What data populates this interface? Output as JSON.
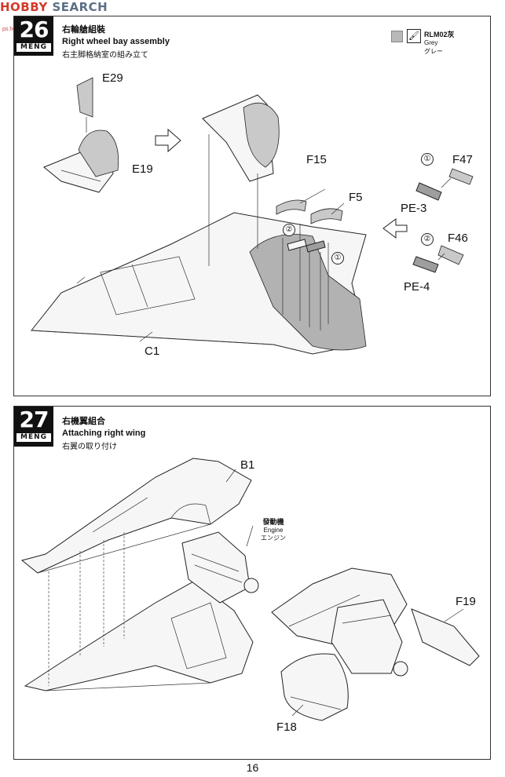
{
  "watermark": {
    "prefix": "HOBBY",
    "suffix": " SEARCH",
    "sub": "ps.hobbysearch.com"
  },
  "step26": {
    "number": "26",
    "brand": "MENG",
    "title_cn": "右輪艙組裝",
    "title_en": "Right wheel bay assembly",
    "title_jp": "右主脚格納室の組み立て",
    "legend": {
      "color_hex": "#b9b9b9",
      "brush_icon": "brush-icon",
      "name_cn": "RLM02灰",
      "name_en": "Grey",
      "name_jp": "グレー"
    },
    "parts": {
      "e29": "E29",
      "e19": "E19",
      "f15": "F15",
      "f5": "F5",
      "f47": "F47",
      "f46": "F46",
      "pe3": "PE-3",
      "pe4": "PE-4",
      "c1": "C1"
    },
    "order": {
      "one_a": "①",
      "two_a": "②",
      "one_b": "①",
      "two_b": "②"
    }
  },
  "step27": {
    "number": "27",
    "brand": "MENG",
    "title_cn": "右機翼組合",
    "title_en": "Attaching right wing",
    "title_jp": "右翼の取り付け",
    "parts": {
      "b1": "B1",
      "f19": "F19",
      "f18": "F18"
    },
    "engine": {
      "cn": "發動機",
      "en": "Engine",
      "jp": "エンジン"
    }
  },
  "page_number": "16"
}
